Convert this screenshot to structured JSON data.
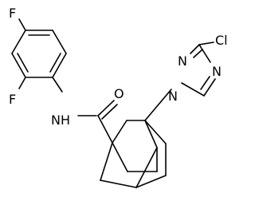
{
  "molecule": {
    "atoms": {
      "f_top": "F",
      "f_bottom": "F",
      "nh": "NH",
      "o": "O",
      "cl": "Cl",
      "n_triazole_1": "N",
      "n_triazole_2": "N",
      "n_triazole_4": "N"
    },
    "colors": {
      "line": "#000000",
      "background": "#ffffff"
    }
  }
}
